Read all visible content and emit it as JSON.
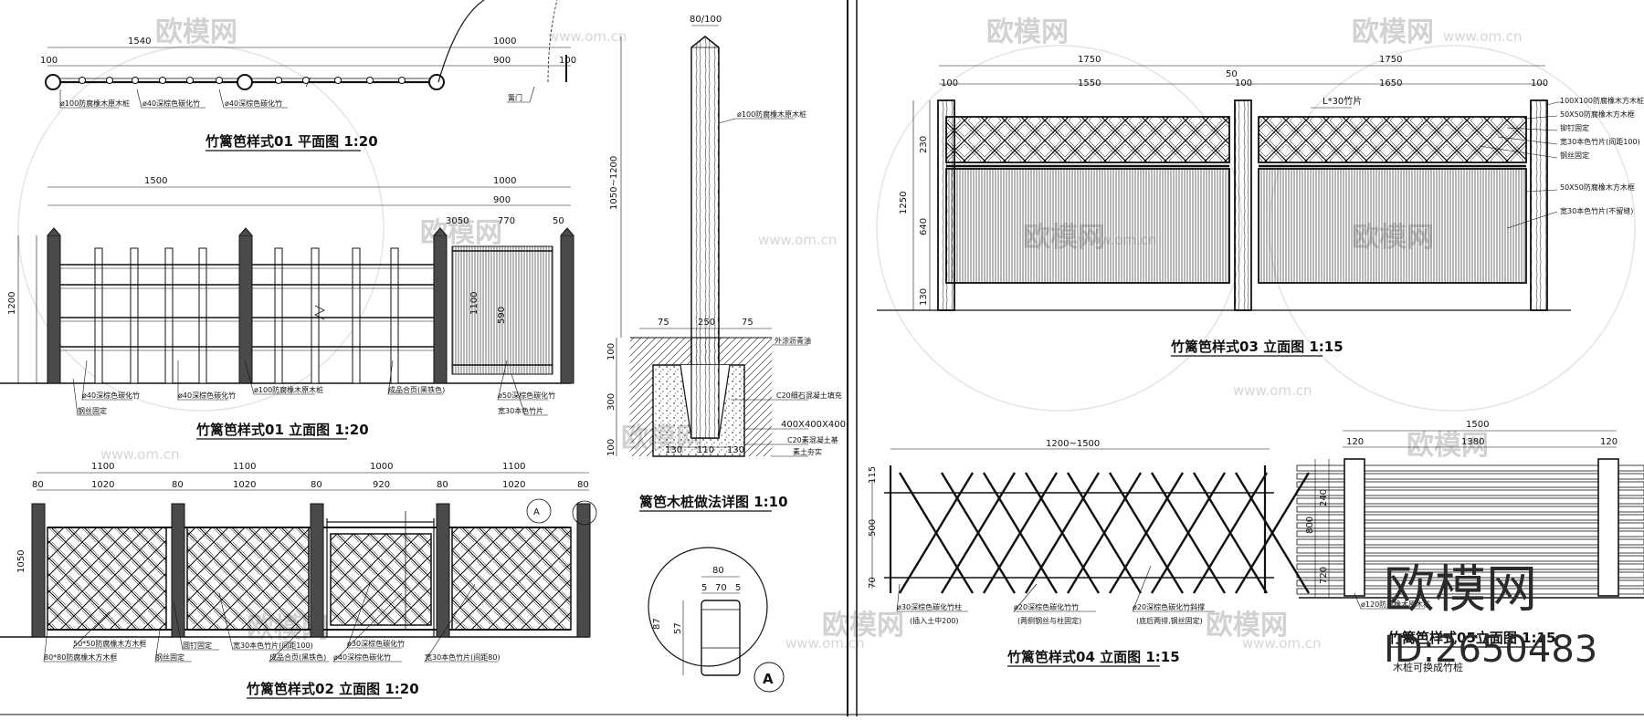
{
  "titles": {
    "s1_plan": "竹篱笆样式01 平面图 1:20",
    "s1_elev": "竹篱笆样式01 立面图 1:20",
    "s2_elev": "竹篱笆样式02 立面图 1:20",
    "post_detail": "篱笆木桩做法详图 1:10",
    "s3_elev": "竹篱笆样式03 立面图 1:15",
    "s4_elev": "竹篱笆样式04 立面图 1:15",
    "s5_elev": "竹篱笆样式05立面图 1:15"
  },
  "dims": {
    "plan_1540": "1540",
    "plan_1000": "1000",
    "plan_900": "900",
    "plan_100": "100",
    "elev_1500": "1500",
    "elev_1000": "1000",
    "elev_900": "900",
    "gate_3050": "3050",
    "gate_770": "770",
    "gate_50": "50",
    "gate_1100": "1100",
    "gate_590": "590",
    "e1_h1200": "1200",
    "e2_1100": "1100",
    "e2_1000": "1000",
    "e2_1020": "1020",
    "e2_920": "920",
    "e2_80": "80",
    "e2_h1050": "1050",
    "post_80100": "80/100",
    "post_h": "1050~1200",
    "post_75": "75",
    "post_250": "250",
    "post_100": "100",
    "post_300": "300",
    "post_130": "130",
    "post_110": "110",
    "sec_80": "80",
    "sec_5": "5",
    "sec_70": "70",
    "sec_87": "87",
    "sec_57": "57",
    "s3_1750": "1750",
    "s3_50": "50",
    "s3_1550": "1550",
    "s3_1650": "1650",
    "s3_100": "100",
    "s3_h1250": "1250",
    "s3_230": "230",
    "s3_640": "640",
    "s3_130": "130",
    "s4_w": "1200~1500",
    "s4_115": "115",
    "s4_500": "500",
    "s4_70": "70",
    "s5_1500": "1500",
    "s5_1380": "1380",
    "s5_120": "120",
    "s5_800": "800",
    "s5_240": "240",
    "s5_720": "720"
  },
  "labels": {
    "plan_post": "ø100防腐橡木原木桩",
    "plan_bamboo": "ø40深棕色碳化竹",
    "plan_bamboo2": "ø40深棕色碳化竹",
    "plan_gate": "篱门",
    "e1_b1": "ø40深棕色碳化竹",
    "e1_b2": "ø40深棕色碳化竹",
    "e1_post": "ø100防腐橡木原木桩",
    "e1_hinge": "成品合页(黑铁色)",
    "e1_b50": "ø50深棕色碳化竹",
    "e1_wire": "钢丝固定",
    "e1_strip": "宽30本色竹片",
    "e2_sq50": "50*50防腐橡木方木框",
    "e2_sq80": "80*80防腐橡木方木框",
    "e2_nail": "圆钉固定",
    "e2_wire": "钢丝固定",
    "e2_strip100": "宽30本色竹片(间距100)",
    "e2_hinge": "成品合页(黑铁色)",
    "e2_b30": "ø30深棕色碳化竹",
    "e2_b40": "ø40深棕色碳化竹",
    "e2_strip80": "宽30本色竹片(间距80)",
    "e2_circle": "A",
    "pd_post": "ø100防腐橡木原木桩",
    "pd_paint": "外涂沥青油",
    "pd_c20a": "C20细石混凝土填充",
    "pd_box": "400X400X400",
    "pd_c20b": "C20素混凝土基",
    "pd_soil": "素土夯实",
    "pd_circle": "A",
    "s3_l30": "L*30竹片",
    "s3_r1": "100X100防腐橡木方木桩",
    "s3_r2": "50X50防腐橡木方木框",
    "s3_r3": "铆钉固定",
    "s3_r4": "宽30本色竹片(间距100)",
    "s3_r5": "钢丝固定",
    "s3_r6": "50X50防腐橡木方木框",
    "s3_r7": "宽30本色竹片(不留缝)",
    "s4_a": "ø30深棕色碳化竹柱",
    "s4_a2": "(插入土中200)",
    "s4_b": "ø20深棕色碳化竹竹",
    "s4_b2": "(两侧钢丝与柱固定)",
    "s4_c": "ø20深棕色碳化竹斜撑",
    "s4_c2": "(底后两排,钢丝固定)",
    "s5_a": "ø120防腐橡木原木桩",
    "s5_b": "木桩可换成竹桩"
  },
  "watermark": {
    "text": "欧模网",
    "url": "www.om.cn",
    "brand": "欧模网",
    "id": "ID:2650483"
  },
  "colors": {
    "line": "#111111",
    "watermark": "#d0d0d0",
    "post_fill": "#4a4a4a"
  }
}
